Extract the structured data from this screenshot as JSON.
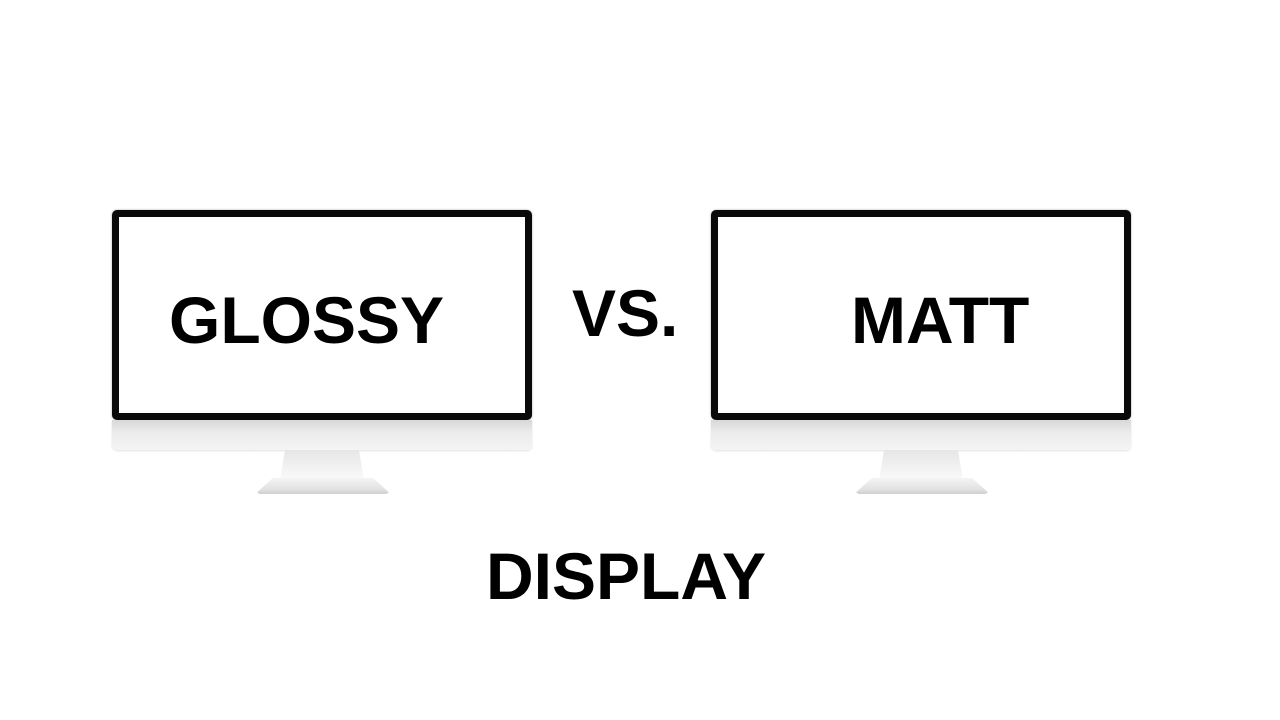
{
  "left_monitor": {
    "label": "GLOSSY"
  },
  "right_monitor": {
    "label": "MATT"
  },
  "separator": "VS.",
  "caption": "DISPLAY",
  "colors": {
    "background": "#ffffff",
    "text": "#000000",
    "bezel": "#0a0a0a",
    "stand": "#e6e6e6"
  }
}
